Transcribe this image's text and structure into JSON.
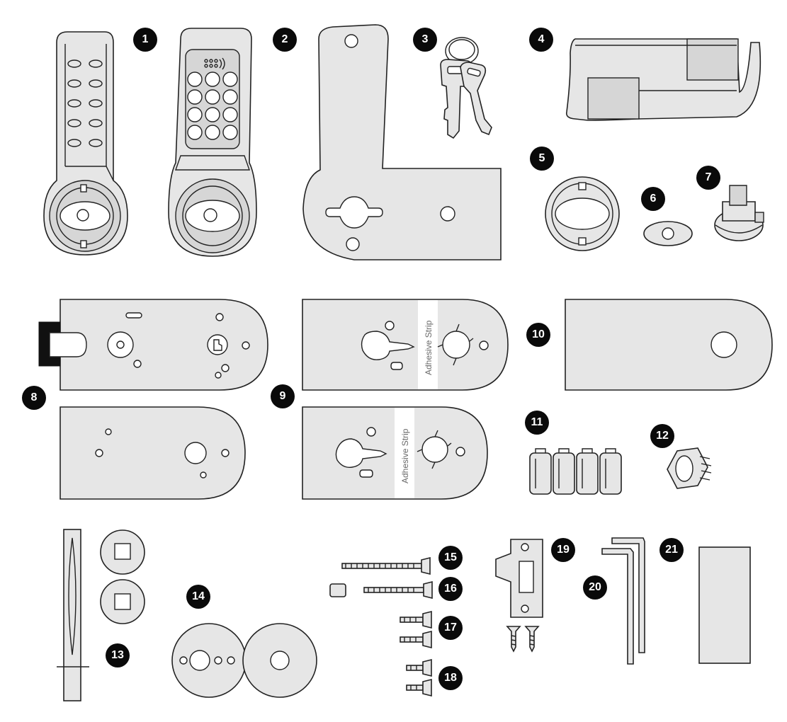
{
  "callouts": [
    {
      "n": "1"
    },
    {
      "n": "2"
    },
    {
      "n": "3"
    },
    {
      "n": "4"
    },
    {
      "n": "5"
    },
    {
      "n": "6"
    },
    {
      "n": "7"
    },
    {
      "n": "8"
    },
    {
      "n": "9"
    },
    {
      "n": "10"
    },
    {
      "n": "11"
    },
    {
      "n": "12"
    },
    {
      "n": "13"
    },
    {
      "n": "14"
    },
    {
      "n": "15"
    },
    {
      "n": "16"
    },
    {
      "n": "17"
    },
    {
      "n": "18"
    },
    {
      "n": "19"
    },
    {
      "n": "20"
    },
    {
      "n": "21"
    }
  ],
  "labels": {
    "adhesive_strip_top": "Adhesive Strip",
    "adhesive_strip_bottom": "Adhesive Strip"
  }
}
